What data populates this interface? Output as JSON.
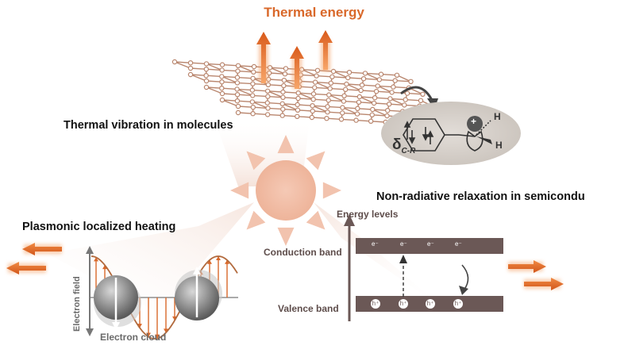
{
  "title": "Thermal energy",
  "headings": {
    "molecules": "Thermal vibration in molecules",
    "semiconductor": "Non-radiative relaxation in semicondu",
    "plasmonic": "Plasmonic localized heating"
  },
  "band_diagram": {
    "energy_levels": "Energy levels",
    "conduction_band": "Conduction band",
    "valence_band": "Valence band",
    "electron": "e⁻",
    "hole": "h⁺"
  },
  "plasmon": {
    "electron_field": "Electron field",
    "electron_cloud": "Electron cloud"
  },
  "molecule": {
    "delta": "δ",
    "delta_sub": "C-R",
    "plus": "+",
    "hydrogen": "H"
  },
  "colors": {
    "accent": "#d9682a",
    "band": "#6b5856",
    "sun": "#f2c3ae",
    "lattice": "#b9866e"
  }
}
